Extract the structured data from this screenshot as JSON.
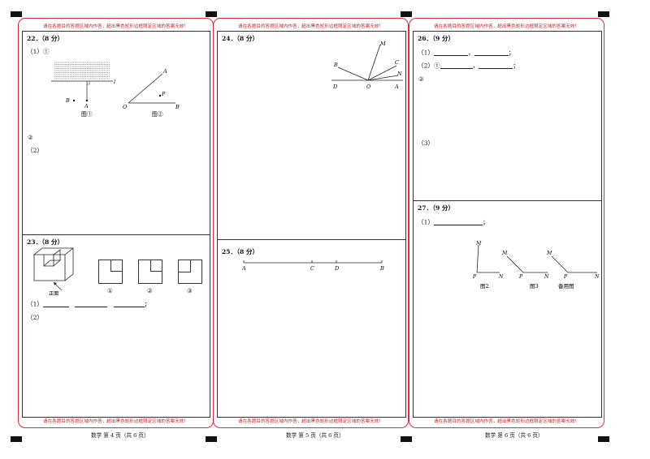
{
  "notice": "请在各题目的答题区域内作答，超出黑色矩形边框限定区域的答案无效！",
  "page4": {
    "footer": "数学  第 4 页（共 6 页）",
    "q22": {
      "header": "22．（8 分）",
      "part1": "（1）①",
      "fig1": {
        "point_B": "B",
        "point_A": "A",
        "line_l": "l",
        "caption": "图①"
      },
      "fig2": {
        "point_O": "O",
        "point_A": "A",
        "point_B": "B",
        "point_P": "P",
        "caption": "图②"
      },
      "sub2": "②",
      "part2": "（2）"
    },
    "q23": {
      "header": "23．（8 分）",
      "main_caption": "正面",
      "view_labels": [
        "①",
        "②",
        "③"
      ],
      "part1_prefix": "（1）",
      "part1_suffix": "；",
      "part2": "（2）"
    }
  },
  "page5": {
    "footer": "数学  第 5 页（共 6 页）",
    "q24": {
      "header": "24．（8 分）",
      "labels": {
        "M": "M",
        "B": "B",
        "C": "C",
        "N": "N",
        "D": "D",
        "O": "O",
        "A": "A"
      }
    },
    "q25": {
      "header": "25．（8 分）",
      "labels": {
        "A": "A",
        "C": "C",
        "D": "D",
        "B": "B"
      }
    }
  },
  "page6": {
    "footer": "数学  第 6 页（共 6 页）",
    "q26": {
      "header": "26．（9 分）",
      "part1_prefix": "（1）",
      "part1_sep": "，",
      "part1_suffix": "；",
      "part2_prefix": "（2）①",
      "part2_sep": "，",
      "part2_suffix": "；",
      "sub2": "②",
      "part3": "（3）"
    },
    "q27": {
      "header": "27．（9 分）",
      "part1_prefix": "（1）",
      "part1_suffix": "；",
      "fig2": {
        "M": "M",
        "P": "P",
        "N": "N",
        "caption": "图2"
      },
      "fig3": {
        "M": "M",
        "P": "P",
        "N": "N",
        "caption": "图3"
      },
      "fig_spare": {
        "M": "M",
        "P": "P",
        "N": "N",
        "caption": "备用图"
      }
    }
  }
}
